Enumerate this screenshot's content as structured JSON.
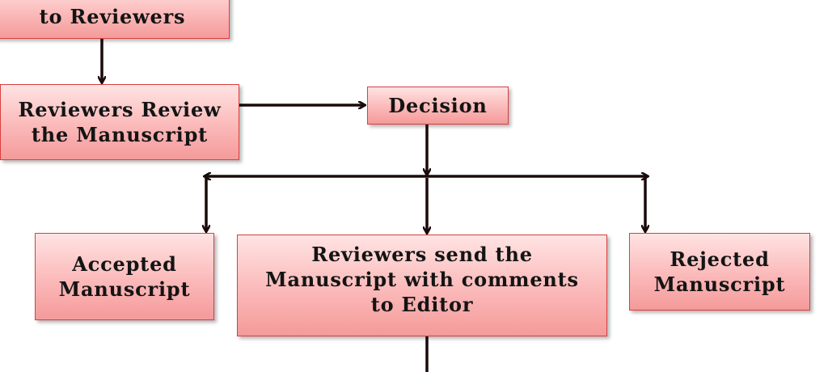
{
  "nodes": {
    "send_to_reviewers": "to Reviewers",
    "reviewers_review": "Reviewers Review\nthe Manuscript",
    "decision": "Decision",
    "accepted": "Accepted\nManuscript",
    "comments_to_editor": "Reviewers send the\nManuscript with comments\nto  Editor",
    "rejected": "Rejected\nManuscript"
  },
  "colors": {
    "box_border": "#d94040",
    "box_fill_top": "#ffe3e3",
    "box_fill_bottom": "#f59a9a",
    "arrow": "#1a0a0a"
  }
}
